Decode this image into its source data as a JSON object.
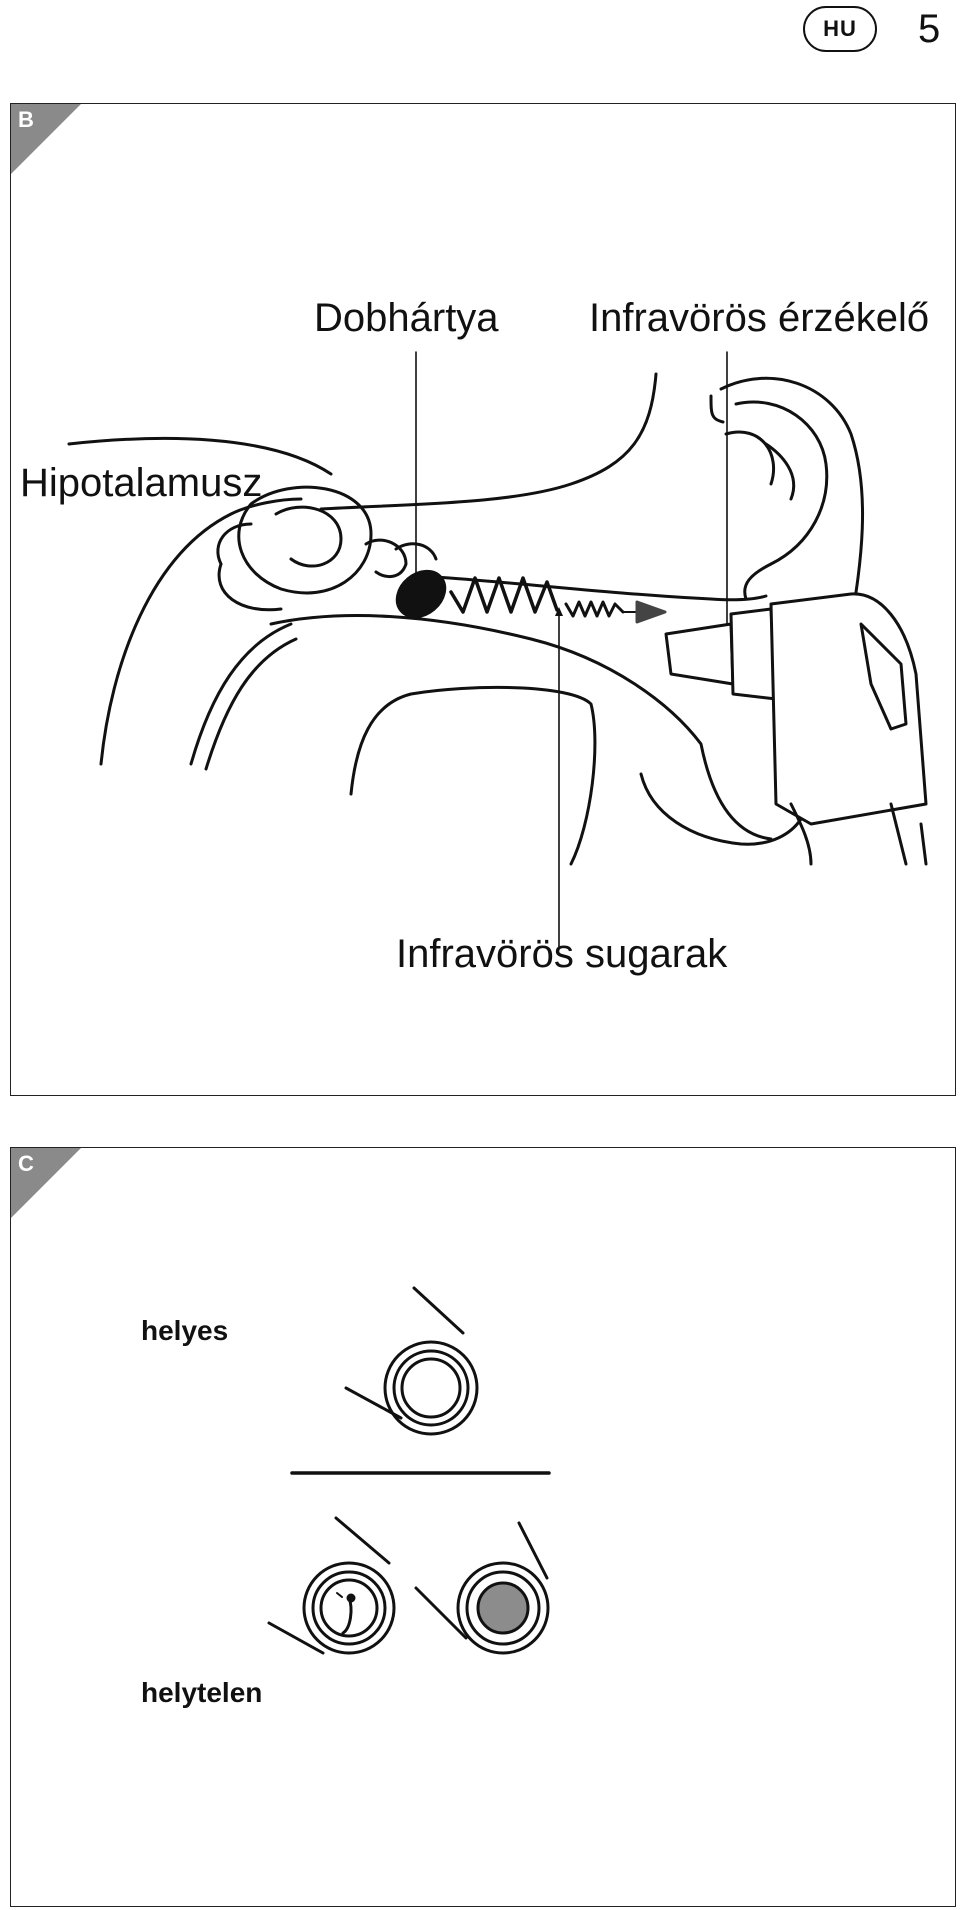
{
  "header": {
    "language": "HU",
    "page_number": "5"
  },
  "figure_b": {
    "corner_label": "B",
    "labels": {
      "eardrum": "Dobhártya",
      "infrared_sensor": "Infravörös érzékelő",
      "hypothalamus": "Hipotalamusz",
      "infrared_rays": "Infravörös sugarak"
    }
  },
  "figure_c": {
    "corner_label": "C",
    "labels": {
      "correct": "helyes",
      "incorrect": "helytelen"
    }
  }
}
